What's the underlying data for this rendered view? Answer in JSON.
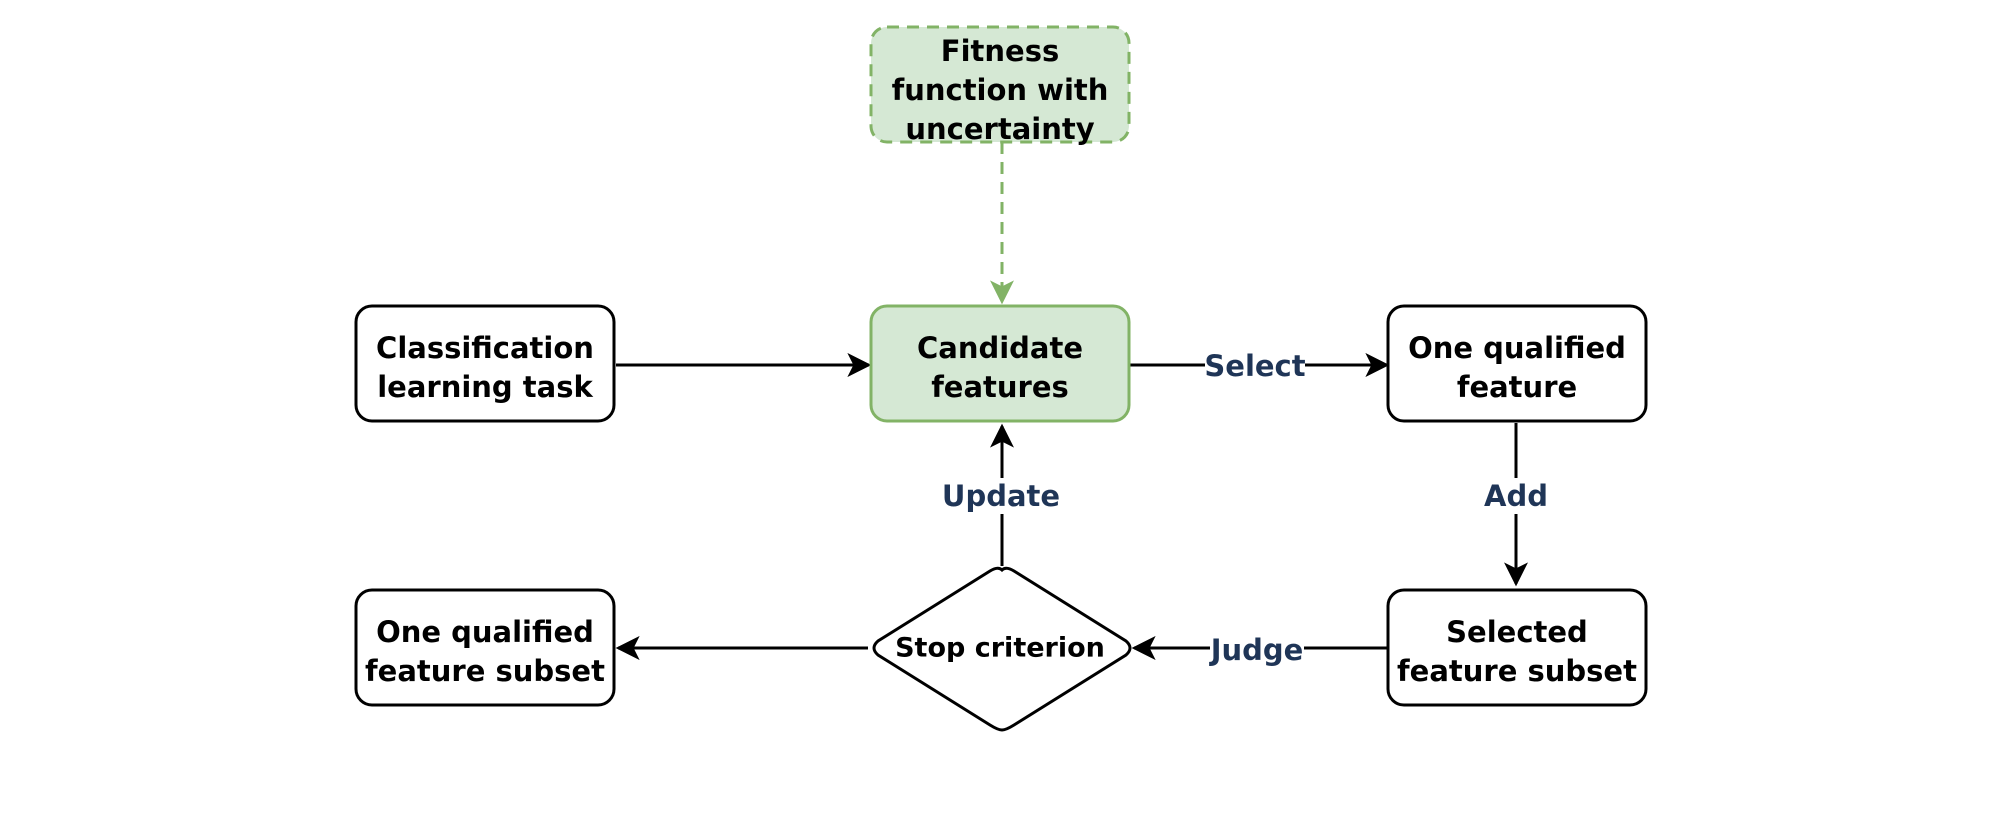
{
  "colors": {
    "stroke": "#000000",
    "green_fill": "#d5e8d4",
    "green_stroke": "#82b366",
    "edge_label": "#1f3557",
    "background": "#ffffff"
  },
  "nodes": {
    "fitness": {
      "line1": "Fitness",
      "line2": "function with",
      "line3": "uncertainty"
    },
    "classification": {
      "line1": "Classification",
      "line2": "learning task"
    },
    "candidate": {
      "line1": "Candidate",
      "line2": "features"
    },
    "qualified_feature": {
      "line1": "One qualified",
      "line2": "feature"
    },
    "selected_subset": {
      "line1": "Selected",
      "line2": "feature subset"
    },
    "stop": {
      "label": "Stop criterion"
    },
    "qualified_subset": {
      "line1": "One qualified",
      "line2": "feature subset"
    }
  },
  "edges": {
    "select": "Select",
    "add": "Add",
    "judge": "Judge",
    "update": "Update"
  }
}
